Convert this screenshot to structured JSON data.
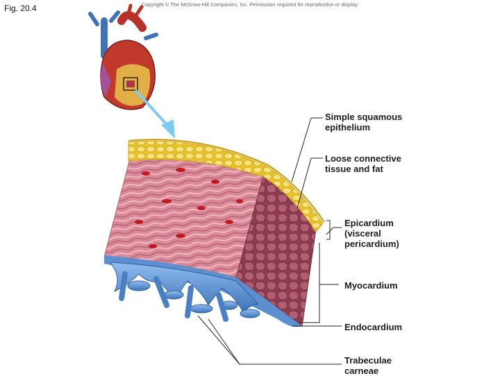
{
  "figure_label": "Fig. 20.4",
  "copyright": "Copyright © The McGraw-Hill Companies, Inc. Permission required for reproduction or display.",
  "labels": {
    "simple_squamous": "Simple squamous\nepithelium",
    "loose_connective": "Loose connective\ntissue and fat",
    "epicardium": "Epicardium\n(visceral\npericardium)",
    "myocardium": "Myocardium",
    "endocardium": "Endocardium",
    "trabeculae": "Trabeculae\ncarneae"
  },
  "colors": {
    "fat": "#f2d64a",
    "myocardium_surface": "#d98a98",
    "myocardium_section": "#a65567",
    "endocardium": "#5b8fd0",
    "heart_red": "#c0392b",
    "arrow": "#7ecbf0"
  }
}
